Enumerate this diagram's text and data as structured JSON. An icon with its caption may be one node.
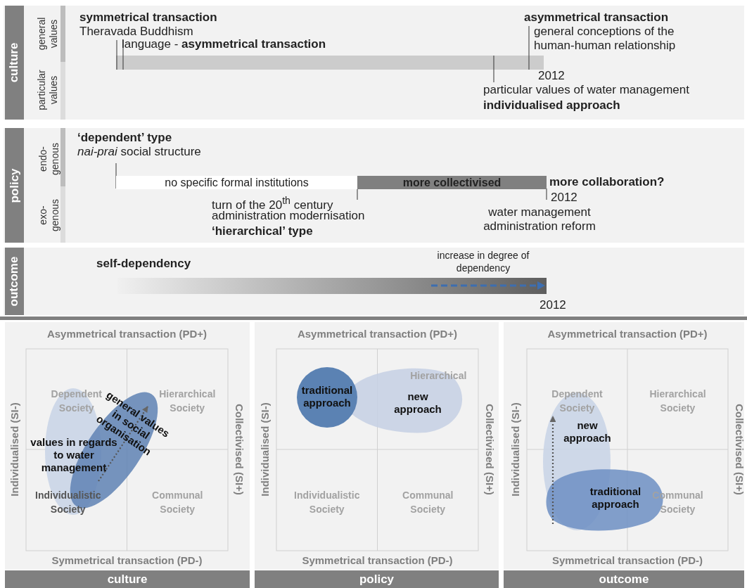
{
  "diagram": {
    "nodes": [
      {
        "text": [
          "culture"
        ]
      },
      {
        "text": [
          "policy"
        ]
      },
      {
        "text": [
          "no specific formal institutions"
        ]
      },
      {
        "text": [
          "more collectivised"
        ]
      },
      {
        "text": [
          "outcome"
        ]
      },
      {
        "text": [
          "values in regards to water management"
        ]
      },
      {
        "text": [
          "general values in social organisation"
        ]
      },
      {
        "text": [
          "traditional approach"
        ]
      },
      {
        "text": [
          "new approach"
        ]
      },
      {
        "text": [
          "new approach"
        ]
      },
      {
        "text": [
          "traditional approach"
        ]
      },
      {
        "text": [
          "culture"
        ]
      },
      {
        "text": [
          "policy"
        ]
      },
      {
        "text": [
          "outcome"
        ]
      }
    ],
    "edges": [
      {
        "from": 5,
        "to": 6,
        "arrow": "to",
        "style": "dashed"
      },
      {
        "from": 10,
        "to": 9,
        "arrow": "to",
        "style": "dashed"
      }
    ],
    "labels": [
      "general values",
      "particular values",
      "symmetrical transaction",
      "Theravada Buddhism",
      "language - **asymmetrical transaction**",
      "asymmetrical transaction",
      "general conceptions of the human-human relationship",
      "2012",
      "particular values of water management",
      "individualised approach",
      "endo- genous",
      "exo- genous",
      "‘dependent’ type",
      "*nai-prai* social structure",
      "more collaboration?",
      "2012",
      "turn of the 20$^{th}$ century",
      "administration modernisation",
      "‘hierarchical’ type",
      "water management administration reform",
      "self-dependency",
      "increase in degree of dependency",
      "2012",
      "Asymmetrical transaction (PD+)",
      "Individualised (SI-)",
      "Collectivised (SI+)",
      "Dependent Society",
      "Hierarchical Society",
      "Individualistic Society",
      "Communal Society",
      "Symmetrical transaction (PD-)",
      "Asymmetrical transaction (PD+)",
      "Individualised (SI-)",
      "Collectivised (SI+)",
      "Hierarchical",
      "Individualistic Society",
      "Communal Society",
      "Symmetrical transaction (PD-)",
      "Asymmetrical transaction (PD+)",
      "Individualised (SI-)",
      "Collectivised (SI+)",
      "Dependent Society",
      "Hierarchical Society",
      "Communal Society",
      "Symmetrical transaction (PD-)"
    ]
  }
}
